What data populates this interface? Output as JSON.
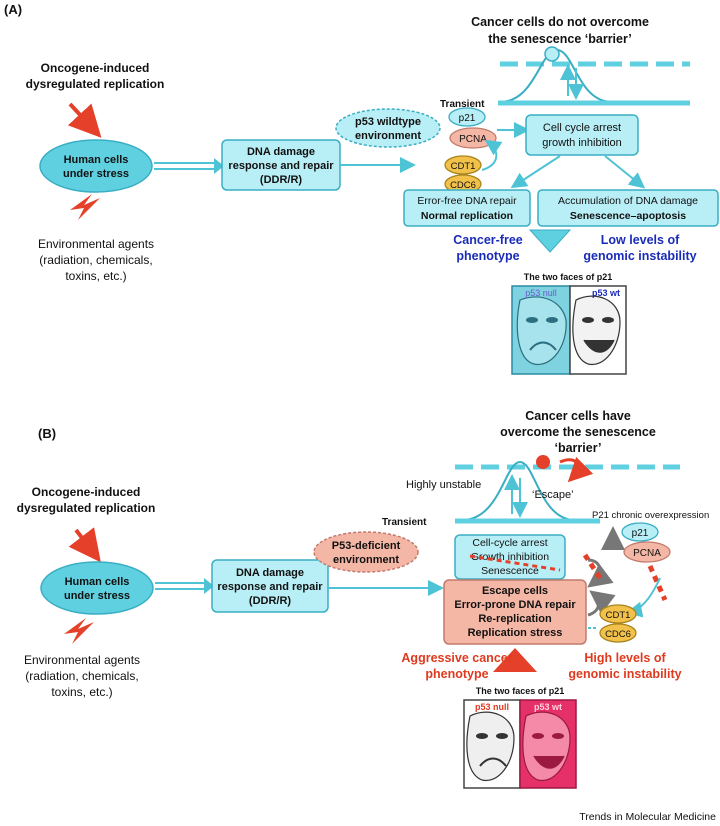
{
  "panelA": {
    "label": "(A)",
    "barrier_title_1": "Cancer cells do not overcome",
    "barrier_title_2": "the senescence ‘barrier’",
    "transient": "Transient",
    "oncogene_1": "Oncogene-induced",
    "oncogene_2": "dysregulated replication",
    "human_1": "Human cells",
    "human_2": "under stress",
    "env_1": "Environmental agents",
    "env_2": "(radiation, chemicals,",
    "env_3": "toxins, etc.)",
    "ddr_1": "DNA damage",
    "ddr_2": "response and repair",
    "ddr_3": "(DDR/R)",
    "p53_1": "p53 wildtype",
    "p53_2": "environment",
    "p21": "p21",
    "pcna": "PCNA",
    "cdt1": "CDT1",
    "cdc6": "CDC6",
    "arrest_1": "Cell cycle arrest",
    "arrest_2": "growth inhibition",
    "errfree_1": "Error-free DNA repair",
    "errfree_2": "Normal replication",
    "accum_1": "Accumulation of DNA damage",
    "accum_2": "Senescence–apoptosis",
    "cancerfree_1": "Cancer-free",
    "cancerfree_2": "phenotype",
    "lowlevels_1": "Low levels of",
    "lowlevels_2": "genomic instability",
    "faces_title": "The two faces of p21",
    "p53null": "p53 null",
    "p53wt": "p53 wt"
  },
  "panelB": {
    "label": "(B)",
    "barrier_title_1": "Cancer cells have",
    "barrier_title_2": "overcome the senescence",
    "barrier_title_3": "‘barrier’",
    "highly_unstable": "Highly unstable",
    "escape": "‘Escape’",
    "transient": "Transient",
    "chronic": "P21 chronic overexpression",
    "oncogene_1": "Oncogene-induced",
    "oncogene_2": "dysregulated replication",
    "human_1": "Human cells",
    "human_2": "under stress",
    "env_1": "Environmental agents",
    "env_2": "(radiation, chemicals,",
    "env_3": "toxins, etc.)",
    "ddr_1": "DNA damage",
    "ddr_2": "response and repair",
    "ddr_3": "(DDR/R)",
    "p53_1": "P53-deficient",
    "p53_2": "environment",
    "arrest_1": "Cell-cycle arrest",
    "arrest_2": "Growth inhibition",
    "arrest_3": "Senescence",
    "escape_1": "Escape cells",
    "escape_2": "Error-prone DNA repair",
    "escape_3": "Re-replication",
    "escape_4": "Replication stress",
    "p21": "p21",
    "pcna": "PCNA",
    "cdt1": "CDT1",
    "cdc6": "CDC6",
    "aggressive_1": "Aggressive cancer",
    "aggressive_2": "phenotype",
    "high_1": "High levels of",
    "high_2": "genomic instability",
    "faces_title": "The two faces of p21",
    "p53null": "p53 null",
    "p53wt": "p53 wt"
  },
  "footer": "Trends in Molecular Medicine",
  "colors": {
    "cyan": "#5fd0e0",
    "cyan_fill": "#b8eef5",
    "box_stroke": "#3aaec4",
    "blue_text": "#1a2bb8",
    "red_text": "#e03a1e",
    "orange": "#f2c14a",
    "pink": "#f5b7a5",
    "red": "#e5402a"
  }
}
